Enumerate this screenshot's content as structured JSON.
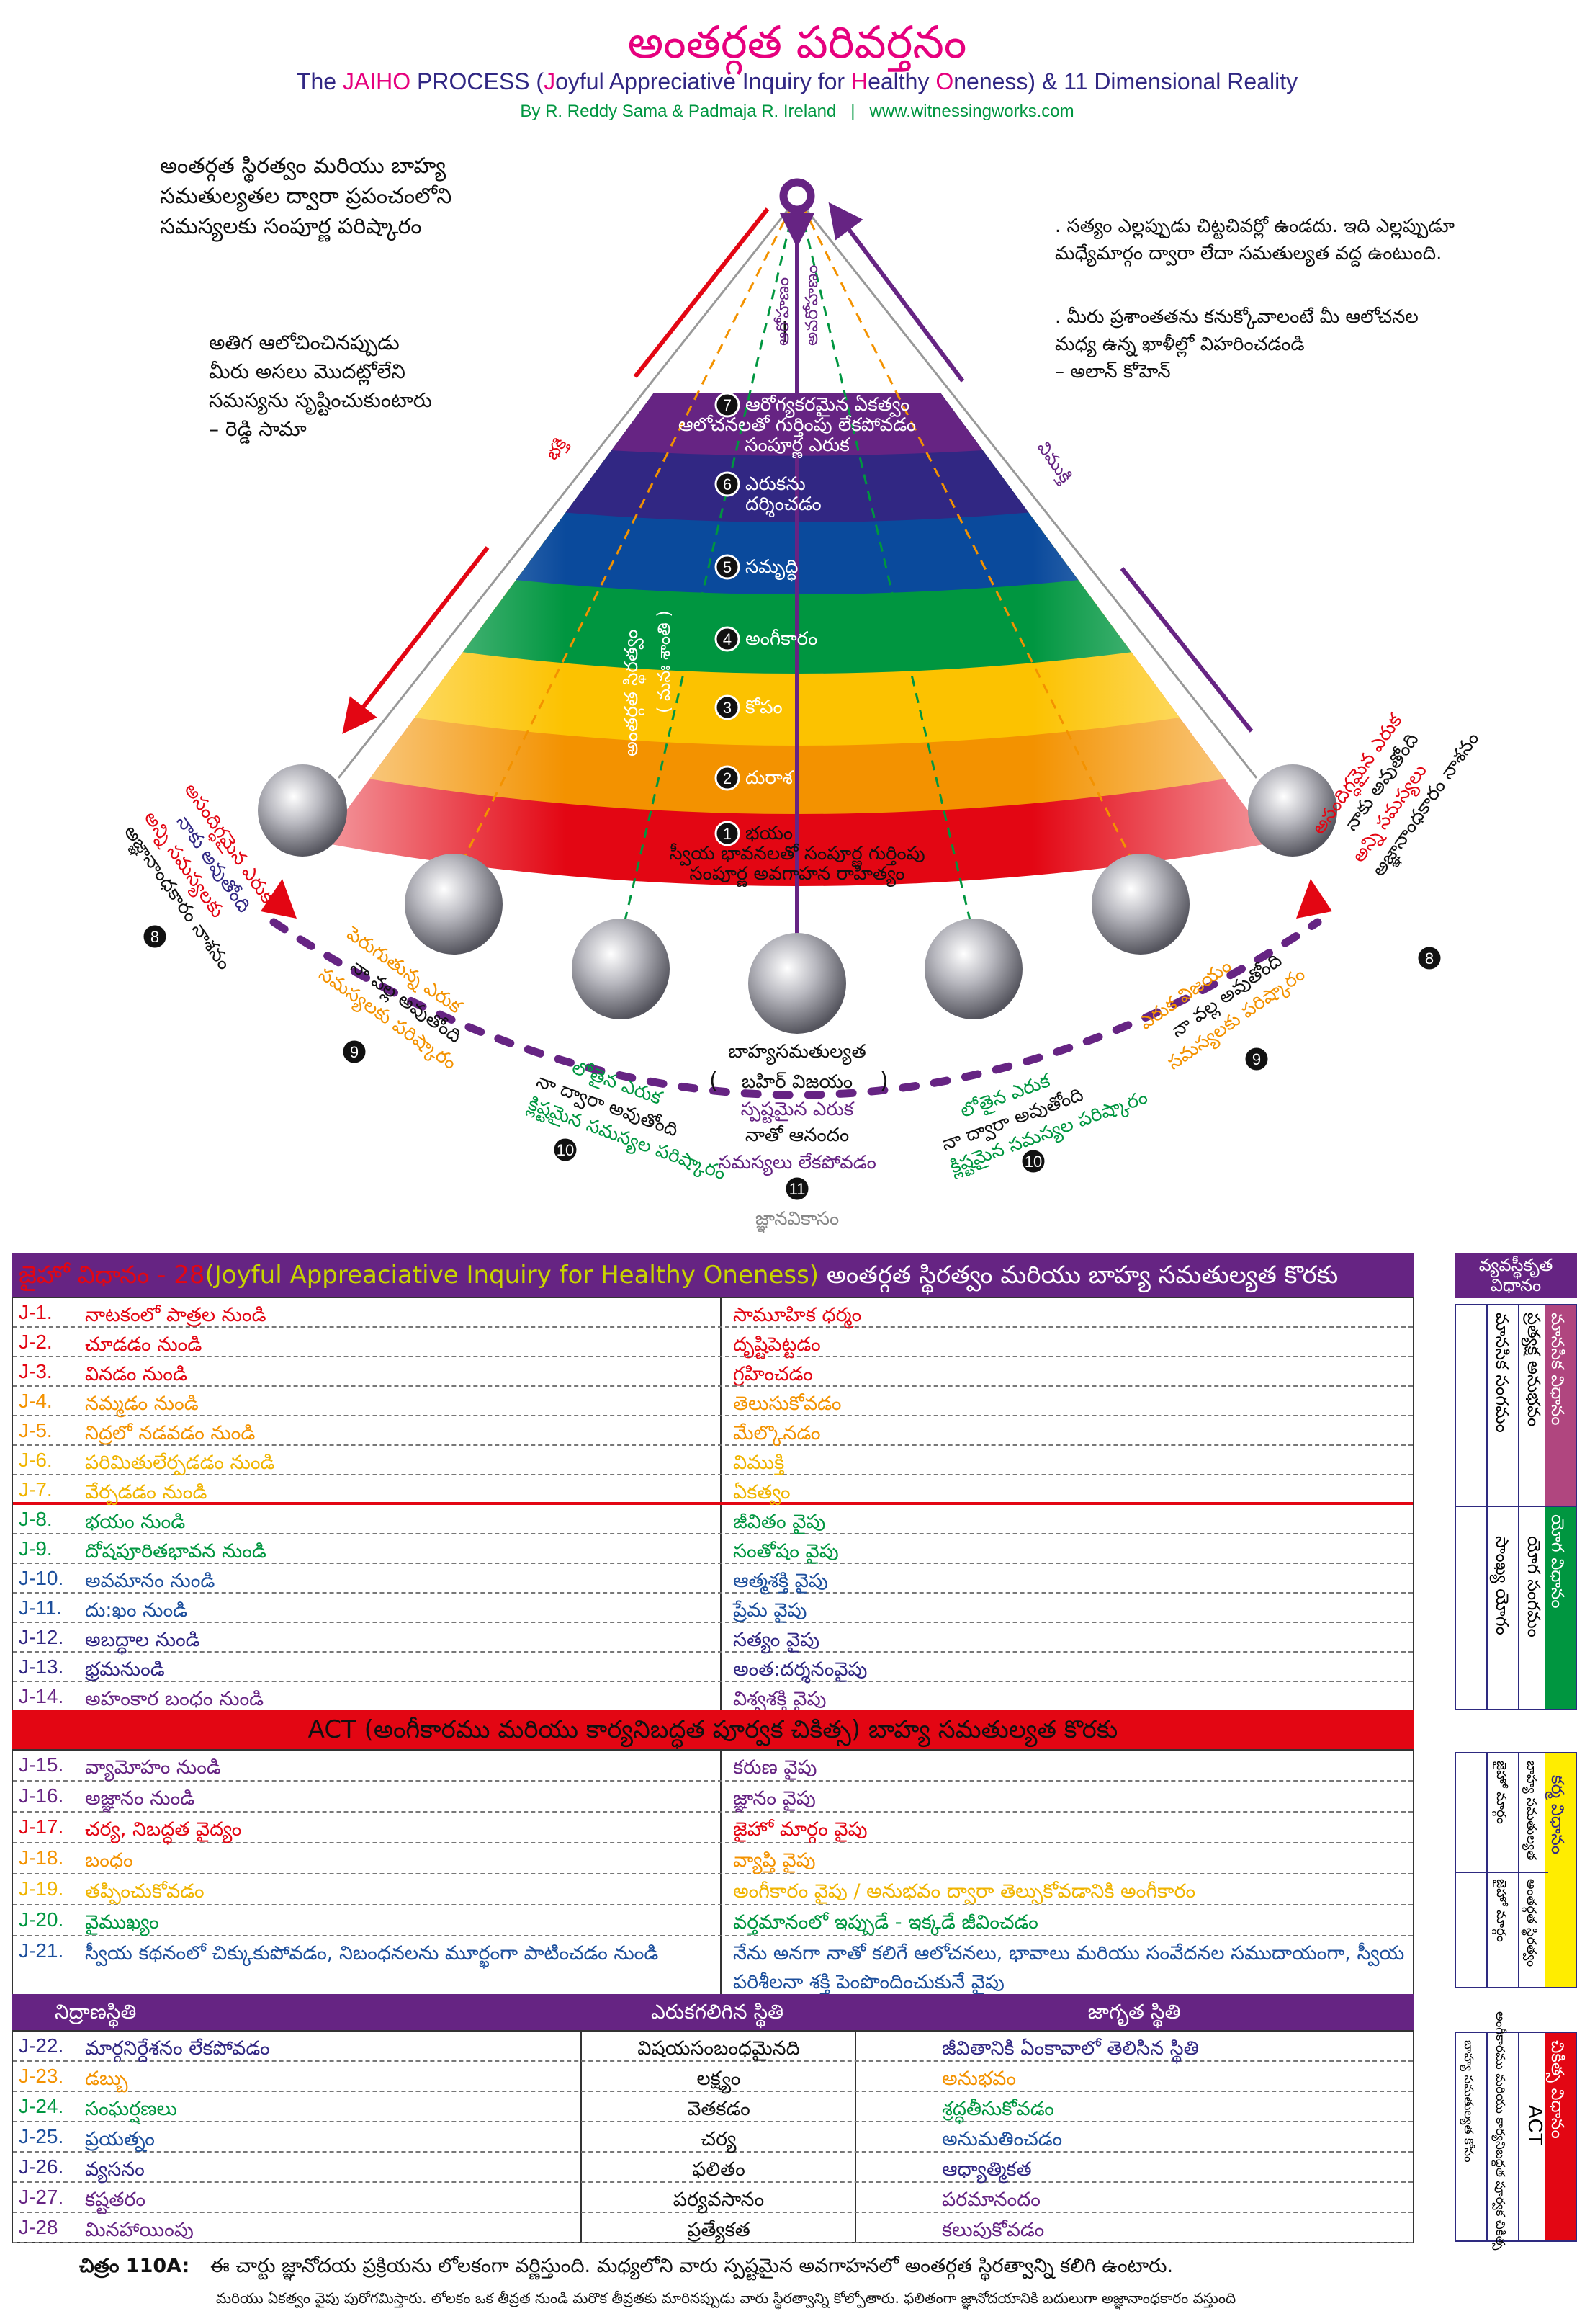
{
  "header": {
    "title": "అంతర్గత పరివర్తనం",
    "subtitle": {
      "the": "The ",
      "jaiho": "JAIHO",
      "process": " PROCESS  (",
      "j": "J",
      "joyful": "oyful Appreciative Inquiry for ",
      "h": "H",
      "ealthy": "ealthy ",
      "o": "O",
      "oneness": "neness)  & 11 Dimensional Reality"
    },
    "byline": "By R. Reddy Sama & Padmaja R. Ireland",
    "separator": "|",
    "website": "www.witnessingworks.com"
  },
  "quotes": {
    "top_left": [
      "అంతర్గత స్థిరత్వం మరియు బాహ్య",
      "సమతుల్యతల ద్వారా ప్రపంచంలోని",
      "సమస్యలకు సంపూర్ణ పరిష్కారం"
    ],
    "mid_left": [
      "అతిగ ఆలోచించినప్పుడు",
      "మీరు అసలు మొదట్లోలేని",
      "సమస్యను సృష్టించుకుంటారు",
      "– రెడ్డి సామా"
    ],
    "right_1": [
      ". సత్యం ఎల్లప్పుడు చిట్టచివర్లో ఉండదు. ఇది ఎల్లప్పుడూ",
      "మధ్యేమార్గం ద్వారా లేదా సమతుల్యత వద్ద ఉంటుంది."
    ],
    "right_2": [
      ".  మీరు ప్రశాంతతను కనుక్కోవాలంటే మీ ఆలోచనల",
      "మధ్య ఉన్న ఖాళీల్లో విహరించడండి",
      "– అలాన్ కోహెన్"
    ]
  },
  "pyramid": {
    "apex_left_label": "ఆరోహణం",
    "apex_right_label": "అవరోహణం",
    "left_arrow_label": "భక్తి",
    "right_arrow_label": "విముక్తి",
    "inner_label": "అంతర్గత స్థిరత్వం",
    "inner_label_2": "( మనః శాంతి )",
    "levels": [
      {
        "num": "7",
        "lines": [
          "ఆరోగ్యకరమైన ఏకత్వం",
          "ఆలోచనలతో గుర్తింపు లేకపోవడం",
          "సంపూర్ణ ఎరుక"
        ],
        "color": "#662483"
      },
      {
        "num": "6",
        "lines": [
          "ఎరుకను",
          "దర్శించడం"
        ],
        "color": "#312783"
      },
      {
        "num": "5",
        "lines": [
          "సమృద్ధి"
        ],
        "color": "#0a4a9c"
      },
      {
        "num": "4",
        "lines": [
          "అంగీకారం"
        ],
        "color": "#009640"
      },
      {
        "num": "3",
        "lines": [
          "కోపం"
        ],
        "color": "#fcc200"
      },
      {
        "num": "2",
        "lines": [
          "దురాశ"
        ],
        "color": "#f39200"
      },
      {
        "num": "1",
        "lines": [
          "భయం",
          "స్వీయ భావనలతో సంపూర్ణ గుర్తింపు",
          "సంపూర్ణ అవగాహన రాహిత్యం"
        ],
        "color": "#e30613"
      }
    ]
  },
  "arc": {
    "s8_left": {
      "num": "8",
      "l1": "అసందిగ్ధమైన ఎరుక",
      "l2": "నాకు అవుతోంది",
      "l3": "అన్ని సమస్యలకు",
      "l4": "అజ్ఞానాంధకారం నాశనం"
    },
    "s8_right": {
      "num": "8",
      "l1": "అసందిగ్ధమైన ఎరుక",
      "l2": "నాకు అవుతోంది",
      "l3": "అన్ని సమస్యలు",
      "l4": "అజ్ఞానాంధకారం నాశనం"
    },
    "s9_left": {
      "num": "9",
      "l1": "పెరుగుతున్న ఎరుక",
      "l2": "నా వల్ల అవుతోంది",
      "l3": "సమస్యలకు పరిష్కారం"
    },
    "s9_right": {
      "num": "9",
      "l1": "ఎరుక విజయం",
      "l2": "నా వల్ల అవుతోంది",
      "l3": "సమస్యలకు పరిష్కారం"
    },
    "s10_left": {
      "num": "10",
      "l1": "లోతైన ఎరుక",
      "l2": "నా ద్వారా అవుతోంది",
      "l3": "క్లిష్టమైన సమస్యల పరిష్కారం"
    },
    "s10_right": {
      "num": "10",
      "l1": "లోతైన ఎరుక",
      "l2": "నా ద్వారా అవుతోంది",
      "l3": "క్లిష్టమైన సమస్యల పరిష్కారం"
    },
    "s11": {
      "num": "11",
      "l1": "బాహ్యసమతుల్యత",
      "l2": "బహిర్ విజయం",
      "l3": "స్పష్టమైన ఎరుక",
      "l4": "నాతో ఆనందం",
      "l5": "సమస్యలు లేకపోవడం",
      "footer": "జ్ఞానవికాసం"
    }
  },
  "table": {
    "header": {
      "a": "జైహో విధానం - 28",
      "b": "(Joyful Appreaciative Inquiry for Healthy Oneness)",
      "c": " అంతర్గత స్థిరత్వం మరియు బాహ్య సమతుల్యత కొరకు"
    },
    "rows": [
      {
        "code": "J-1.",
        "from": "నాటకంలో పాత్రల నుండి",
        "to": "సామూహిక ధర్మం",
        "color": "#e30613"
      },
      {
        "code": "J-2.",
        "from": "చూడడం నుండి",
        "to": "దృష్టిపెట్టడం",
        "color": "#e30613"
      },
      {
        "code": "J-3.",
        "from": "వినడం నుండి",
        "to": "గ్రహించడం",
        "color": "#e30613"
      },
      {
        "code": "J-4.",
        "from": "నమ్మడం నుండి",
        "to": "తెలుసుకోవడం",
        "color": "#f39200"
      },
      {
        "code": "J-5.",
        "from": "నిద్రలో నడవడం నుండి",
        "to": "మేల్కొనడం",
        "color": "#f39200"
      },
      {
        "code": "J-6.",
        "from": "పరిమితులేర్పడడం నుండి",
        "to": "విముక్తి",
        "color": "#f0b400"
      },
      {
        "code": "J-7.",
        "from": "వేర్పడడం నుండి",
        "to": "ఏకత్వం",
        "color": "#f0b400"
      },
      {
        "code": "J-8.",
        "from": "భయం నుండి",
        "to": "జీవితం వైపు",
        "color": "#009640"
      },
      {
        "code": "J-9.",
        "from": "దోషపూరితభావన నుండి",
        "to": "సంతోషం వైపు",
        "color": "#009640"
      },
      {
        "code": "J-10.",
        "from": "అవమానం నుండి",
        "to": "ఆత్మశక్తి వైపు",
        "color": "#1d4f9c"
      },
      {
        "code": "J-11.",
        "from": "దు:ఖం నుండి",
        "to": "ప్రేమ వైపు",
        "color": "#1d4f9c"
      },
      {
        "code": "J-12.",
        "from": "అబద్ధాల నుండి",
        "to": "సత్యం వైపు",
        "color": "#312783"
      },
      {
        "code": "J-13.",
        "from": "భ్రమనుండి",
        "to": "అంత:దర్శనంవైపు",
        "color": "#312783"
      },
      {
        "code": "J-14.",
        "from": "అహంకార బంధం నుండి",
        "to": "విశ్వశక్తి వైపు",
        "color": "#662483"
      }
    ],
    "act_bar": {
      "act": "ACT ",
      "paren": "(అంగీకారము మరియు కార్యనిబద్ధత పూర్వక చికిత్స)",
      "rest": " బాహ్య సమతుల్యత కొరకు"
    },
    "act_rows": [
      {
        "code": "J-15.",
        "from": "వ్యామోహం నుండి",
        "to": "కరుణ వైపు",
        "color": "#662483"
      },
      {
        "code": "J-16.",
        "from": "అజ్ఞానం నుండి",
        "to": "జ్ఞానం వైపు",
        "color": "#662483"
      },
      {
        "code": "J-17.",
        "from": "చర్య, నిబద్ధత వైద్యం",
        "to": "జైహో మార్గం వైపు",
        "color": "#e30613"
      },
      {
        "code": "J-18.",
        "from": "బంధం",
        "to": "వ్యాప్తి వైపు",
        "color": "#f39200"
      },
      {
        "code": "J-19.",
        "from": "తప్పించుకోవడం",
        "to": "అంగీకారం వైపు / అనుభవం ద్వారా తెల్సుకోవడానికి అంగీకారం",
        "color": "#f0b400"
      },
      {
        "code": "J-20.",
        "from": "వైముఖ్యం",
        "to": "వర్తమానంలో ఇప్పుడే - ఇక్కడే జీవించడం",
        "color": "#009640"
      },
      {
        "code": "J-21.",
        "from": "స్వీయ కథనంలో చిక్కుకుపోవడం, నిబంధనలను మూర్ఖంగా పాటించడం నుండి",
        "to": "నేను అనగా నాతో కలిగే ఆలోచనలు, భావాలు మరియు సంవేదనల సముదాయంగా, స్వీయ పరిశీలనా శక్తి పెంపొందించుకునే వైపు",
        "color": "#1d4f9c"
      }
    ],
    "states_header": [
      "నిద్రాణస్థితి",
      "ఎరుకగలిగిన స్థితి",
      "జాగృత స్థితి"
    ],
    "state_rows": [
      {
        "code": "J-22.",
        "a": "మార్గనిర్దేశనం లేకపోవడం",
        "b": "విషయసంబంధమైనది",
        "c": "జీవితానికి ఏంకావాలో తెలిసిన స్థితి",
        "color": "#312783"
      },
      {
        "code": "J-23.",
        "a": "డబ్బు",
        "b": "లక్ష్యం",
        "c": "అనుభవం",
        "color": "#f39200"
      },
      {
        "code": "J-24.",
        "a": "సంఘర్షణలు",
        "b": "వెతకడం",
        "c": "శ్రద్ధతీసుకోవడం",
        "color": "#009640"
      },
      {
        "code": "J-25.",
        "a": "ప్రయత్నం",
        "b": "చర్య",
        "c": "అనుమతించడం",
        "color": "#1d4f9c"
      },
      {
        "code": "J-26.",
        "a": "వ్యసనం",
        "b": "ఫలితం",
        "c": "ఆధ్యాత్మికత",
        "color": "#312783"
      },
      {
        "code": "J-27.",
        "a": "కష్టతరం",
        "b": "పర్యవసానం",
        "c": "పరమానందం",
        "color": "#662483"
      },
      {
        "code": "J-28",
        "a": "మినహాయింపు",
        "b": "ప్రత్యేకత",
        "c": "కలుపుకోవడం",
        "color": "#662483"
      }
    ]
  },
  "side_panel": {
    "header": "వ్యవస్థీకృత విధానం",
    "pink": {
      "title": "మానసిక విధానం",
      "c2": "ప్రత్యక్ష అనుభవం",
      "c1": "మానసిక సంగమం"
    },
    "green": {
      "title": "యోగ విధానం",
      "c2": "యోగ సంగమం",
      "c1": "సాంఖ్య యోగం"
    },
    "yellow": {
      "title": "కర్మ విధానం",
      "top_c2": "బాహ్య సమతుల్యత",
      "top_c1": "జైహో మార్గం",
      "bot_c2": "అంతర్గత స్థిరత్వం",
      "bot_c1": "జైహో మార్గం"
    },
    "red": {
      "title": "చికిత్స విధానం",
      "act": "ACT",
      "c2": "అంగీకారము మరియు కార్యనిబద్ధత పూర్వక చికిత్స",
      "c1": "బాహ్య సమతుల్యత కోసం"
    }
  },
  "caption": {
    "label": "చిత్రం 110A:",
    "line1": "ఈ చార్టు జ్ఞానోదయ ప్రక్రియను లోలకంగా వర్ణిస్తుంది. మధ్యలోని వారు స్పష్టమైన అవగాహనలో అంతర్గత స్థిరత్వాన్ని కలిగి ఉంటారు.",
    "line2": "మరియు ఏకత్వం వైపు పురోగమిస్తారు. లోలకం ఒక తీవ్రత నుండి మరొక తీవ్రతకు మారినప్పుడు వారు స్థిరత్వాన్ని కోల్పోతారు. ఫలితంగా జ్ఞానోదయానికి బదులుగా అజ్ఞానాంధకారం వస్తుంది"
  },
  "colors": {
    "purple": "#662483",
    "magenta": "#e6007e",
    "green": "#009640",
    "red": "#e30613",
    "orange": "#f39200",
    "yellow": "#ffed00",
    "pink": "#b0467f"
  }
}
